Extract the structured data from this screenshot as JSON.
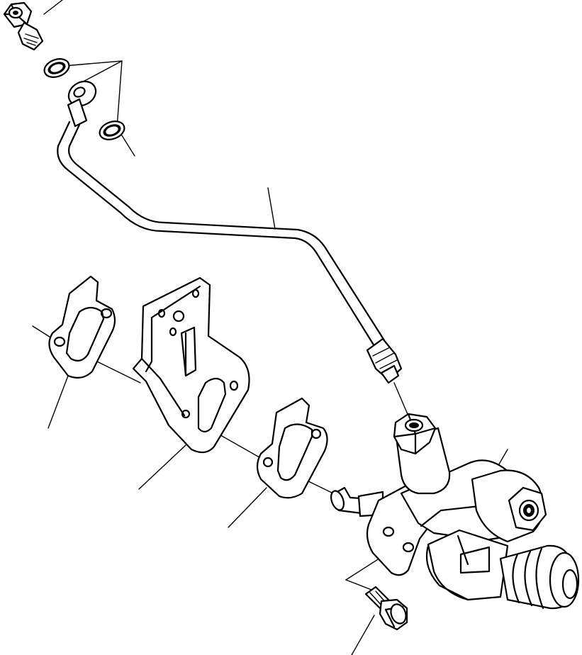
{
  "diagram": {
    "kind": "exploded parts drawing",
    "line_color": "#000000",
    "background": "#ffffff",
    "parts": [
      {
        "name": "banjo-bolt"
      },
      {
        "name": "washer-upper"
      },
      {
        "name": "washer-lower"
      },
      {
        "name": "fuel-tube"
      },
      {
        "name": "gasket-rear"
      },
      {
        "name": "mounting-bracket"
      },
      {
        "name": "gasket-front"
      },
      {
        "name": "fuel-pump"
      },
      {
        "name": "flange-bolt"
      }
    ]
  }
}
